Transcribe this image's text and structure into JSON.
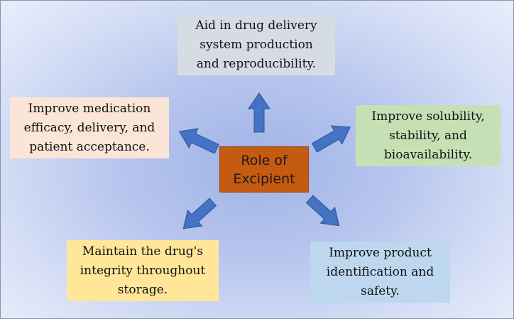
{
  "center": {
    "label": "Role of\nExcipient",
    "color": "#c55a11"
  },
  "roles": [
    {
      "text": "Aid in drug delivery\nsystem production\nand reproducibility.",
      "color": "#d6dce4"
    },
    {
      "text": "Improve solubility,\nstability, and\nbioavailability.",
      "color": "#c5e0b4"
    },
    {
      "text": "Improve product\nidentification and\nsafety.",
      "color": "#bdd7ee"
    },
    {
      "text": "Maintain the drug's\nintegrity throughout\nstorage.",
      "color": "#ffe699"
    },
    {
      "text": "Improve medication\nefficacy, delivery, and\npatient acceptance.",
      "color": "#fbe5d6"
    }
  ],
  "arrow_color": "#4472c4"
}
